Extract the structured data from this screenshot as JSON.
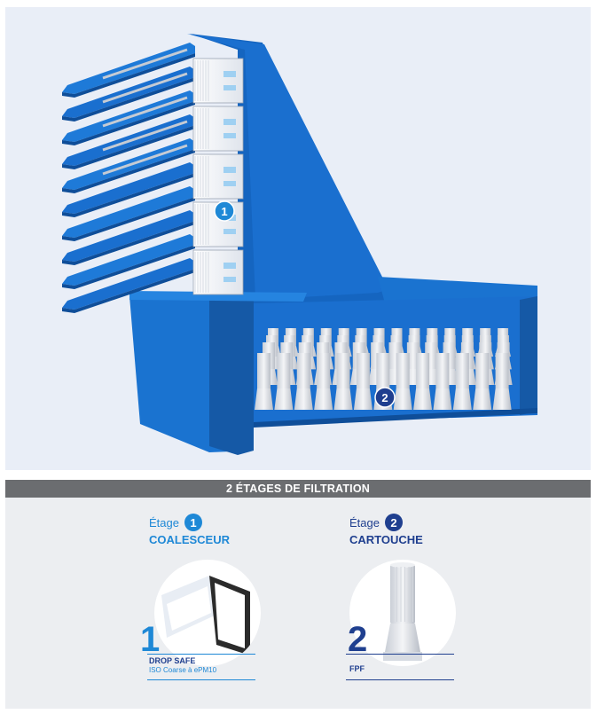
{
  "banner": {
    "title": "2 ÉTAGES DE FILTRATION"
  },
  "stage1": {
    "word": "Étage",
    "number": "1",
    "name": "COALESCEUR",
    "big_number": "1",
    "product_name": "DROP SAFE",
    "product_sub": "ISO Coarse à ePM10",
    "color": "#1e88d6"
  },
  "stage2": {
    "word": "Étage",
    "number": "2",
    "name": "CARTOUCHE",
    "big_number": "2",
    "product_name": "FPF",
    "color": "#1f3f8f"
  },
  "illustration": {
    "marker1": "1",
    "marker2": "2",
    "housing_color": "#1a73d0",
    "housing_dark": "#1559a6"
  }
}
